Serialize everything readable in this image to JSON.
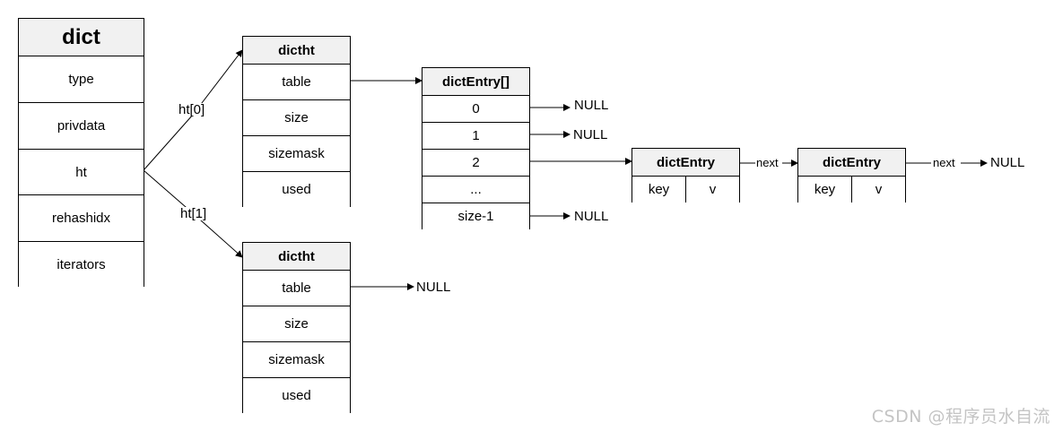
{
  "dict": {
    "title": "dict",
    "fields": [
      "type",
      "privdata",
      "ht",
      "rehashidx",
      "iterators"
    ]
  },
  "ht_labels": [
    "ht[0]",
    "ht[1]"
  ],
  "dictht": {
    "title": "dictht",
    "fields": [
      "table",
      "size",
      "sizemask",
      "used"
    ]
  },
  "entry_array": {
    "title": "dictEntry[]",
    "slots": [
      "0",
      "1",
      "2",
      "...",
      "size-1"
    ]
  },
  "entry": {
    "title": "dictEntry",
    "key": "key",
    "value": "v"
  },
  "next_label": "next",
  "null_label": "NULL",
  "watermark": "CSDN @程序员水自流"
}
